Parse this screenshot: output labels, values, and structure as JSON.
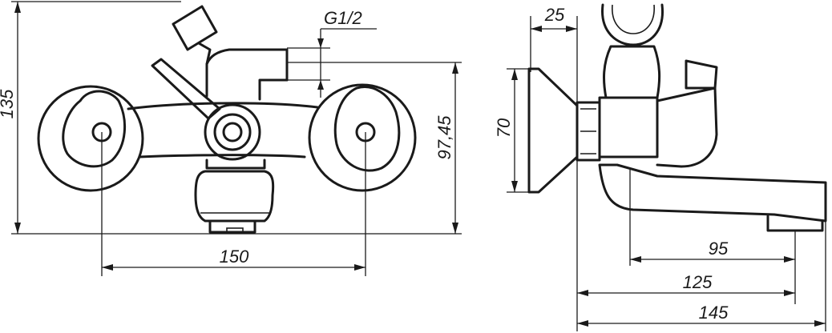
{
  "dimensions": {
    "height_total": "135",
    "thread": "G1/2",
    "axis_height": "97,45",
    "center_distance": "150",
    "wall_offset": "25",
    "flange_height": "70",
    "spout_95": "95",
    "spout_125": "125",
    "spout_145": "145"
  }
}
